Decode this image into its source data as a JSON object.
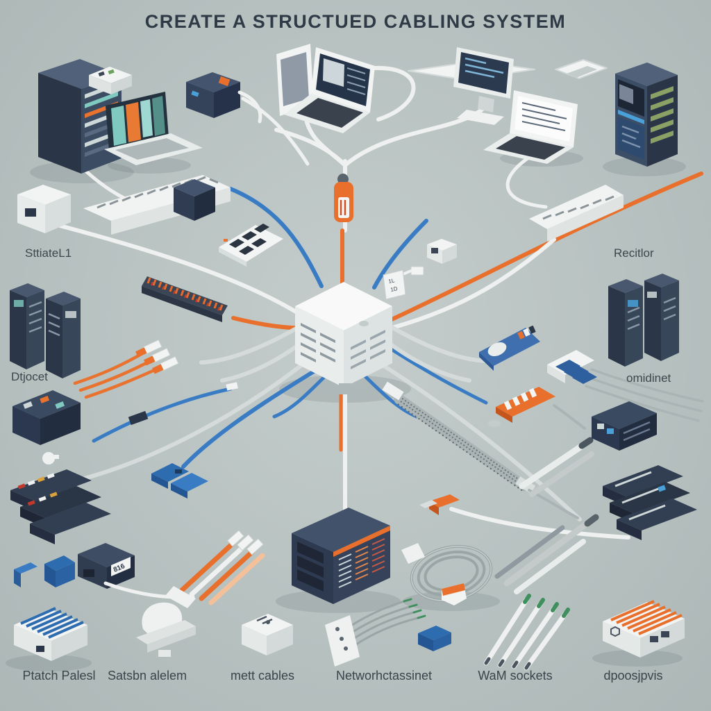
{
  "title": "CREATE A STRUCTUED CABLING SYSTEM",
  "labels": {
    "left_top": "SttiateL1",
    "left_mid": "Dtjocet",
    "right_top": "Recitlor",
    "right_mid": "omidinet",
    "bottom": [
      "Ptatch Palesl",
      "Satsbn alelem",
      "mett cables",
      "Networhctassinet",
      "WaM sockets",
      "dpoosjpvis"
    ]
  },
  "device_labels": {
    "adapter": "816",
    "plate_line1": "1L",
    "plate_line2": "1D"
  },
  "colors": {
    "background": "#b8c2c1",
    "navy": "#33415a",
    "navy_dark": "#263147",
    "navy_light": "#51617a",
    "orange": "#e8702c",
    "blue": "#2f6fb2",
    "cable_white": "#eef1ef",
    "cable_gray": "#d5dbda",
    "teal": "#7fc9c0",
    "led_green": "#8aa065",
    "accent_blue_stripe": "#4aa0d8",
    "title_text": "#2e3a46",
    "label_text": "#3c474d",
    "green_tip": "#3f8f5f"
  }
}
